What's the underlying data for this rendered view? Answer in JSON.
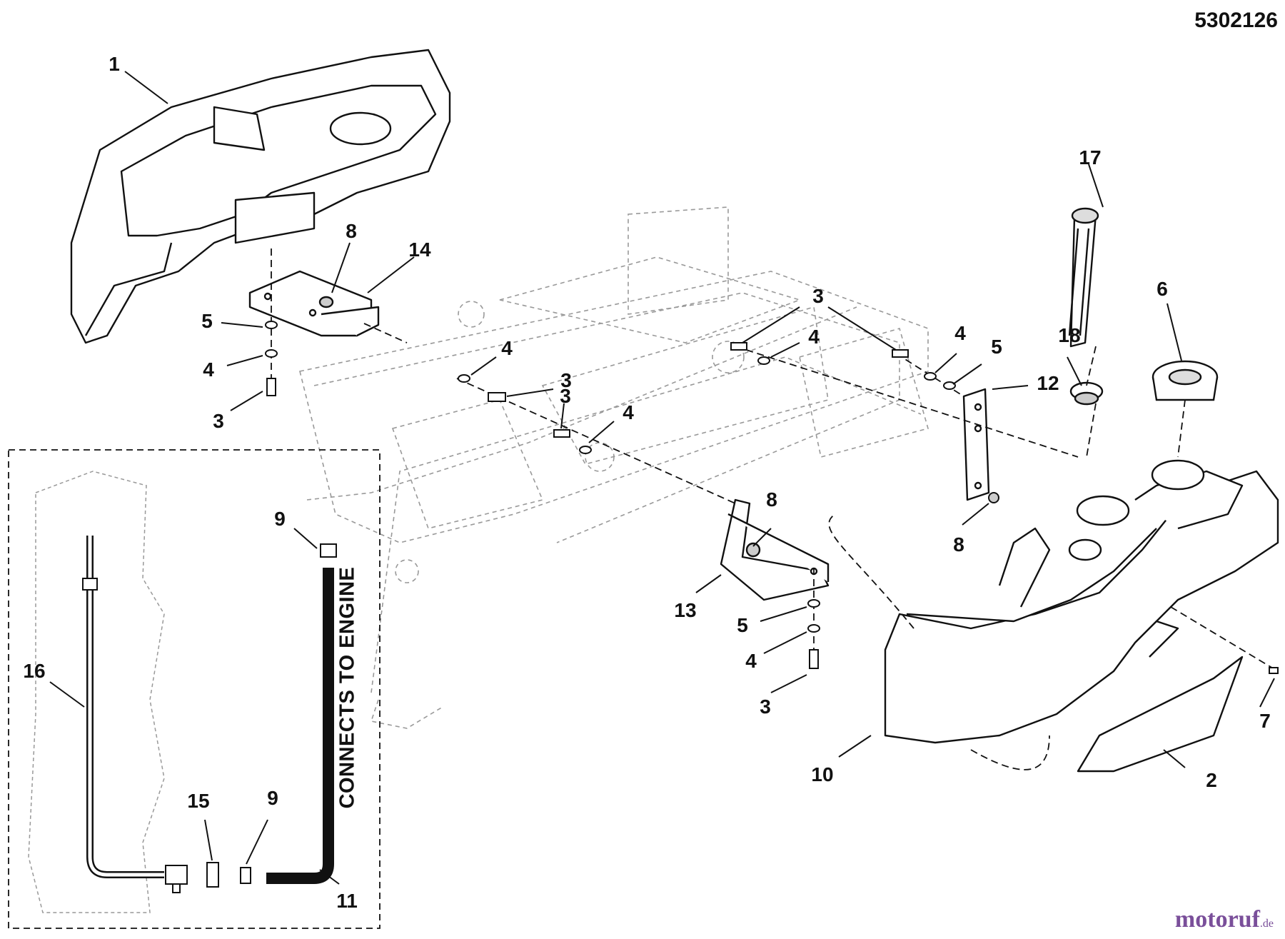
{
  "drawing_number": "5302126",
  "inset_note": "CONNECTS TO ENGINE",
  "watermark": {
    "main": "motoruf",
    "tld": ".de"
  },
  "callouts": [
    {
      "id": "c1",
      "label": "1"
    },
    {
      "id": "c14",
      "label": "14"
    },
    {
      "id": "c8a",
      "label": "8"
    },
    {
      "id": "c5a",
      "label": "5"
    },
    {
      "id": "c4a",
      "label": "4"
    },
    {
      "id": "c3a",
      "label": "3"
    },
    {
      "id": "c4b",
      "label": "4"
    },
    {
      "id": "c3b",
      "label": "3"
    },
    {
      "id": "c3c",
      "label": "3"
    },
    {
      "id": "c4c",
      "label": "4"
    },
    {
      "id": "c3d",
      "label": "3"
    },
    {
      "id": "c4d",
      "label": "4"
    },
    {
      "id": "c4e",
      "label": "4"
    },
    {
      "id": "c5b",
      "label": "5"
    },
    {
      "id": "c12",
      "label": "12"
    },
    {
      "id": "c8b",
      "label": "8"
    },
    {
      "id": "c17",
      "label": "17"
    },
    {
      "id": "c18",
      "label": "18"
    },
    {
      "id": "c6",
      "label": "6"
    },
    {
      "id": "c8c",
      "label": "8"
    },
    {
      "id": "c13",
      "label": "13"
    },
    {
      "id": "c5c",
      "label": "5"
    },
    {
      "id": "c4f",
      "label": "4"
    },
    {
      "id": "c3e",
      "label": "3"
    },
    {
      "id": "c10",
      "label": "10"
    },
    {
      "id": "c7",
      "label": "7"
    },
    {
      "id": "c2",
      "label": "2"
    },
    {
      "id": "c9a",
      "label": "9"
    },
    {
      "id": "c16",
      "label": "16"
    },
    {
      "id": "c15",
      "label": "15"
    },
    {
      "id": "c9b",
      "label": "9"
    },
    {
      "id": "c11",
      "label": "11"
    }
  ]
}
